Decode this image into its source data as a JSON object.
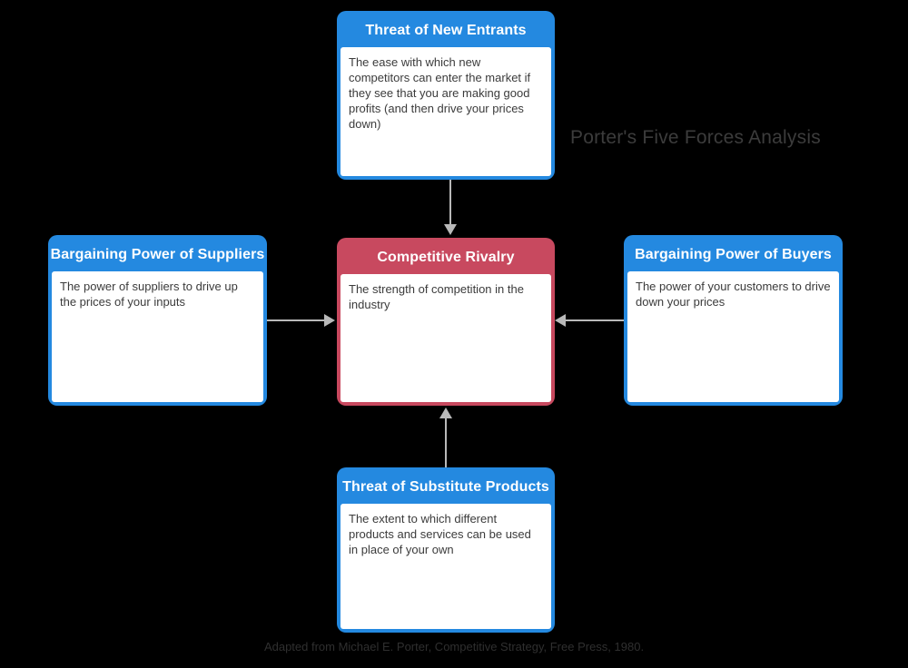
{
  "diagram": {
    "title": "Porter's Five Forces Analysis",
    "footnote": "Adapted from Michael E. Porter, Competitive Strategy, Free Press, 1980.",
    "colors": {
      "background": "#000000",
      "force_blue": "#2489e0",
      "force_crimson": "#c8495f",
      "arrow": "#b9b9b9",
      "body_text": "#3b3b3b",
      "header_text": "#ffffff",
      "title_text": "#3c3c3c"
    },
    "forces": {
      "new_entrants": {
        "title": "Threat of New Entrants",
        "description": "The ease with which new competitors can enter the market if they see that you are making good profits (and then drive your prices down)"
      },
      "suppliers": {
        "title": "Bargaining Power of Suppliers",
        "description": "The power of suppliers to drive up the prices of your inputs"
      },
      "rivalry": {
        "title": "Competitive Rivalry",
        "description": "The strength of competition in the industry"
      },
      "buyers": {
        "title": "Bargaining Power of Buyers",
        "description": "The power of your customers to drive down your prices"
      },
      "substitutes": {
        "title": "Threat of Substitute Products",
        "description": "The extent to which different products and services can be used in place of your own"
      }
    },
    "connectors": [
      {
        "name": "new-entrants-to-rivalry",
        "from": "new_entrants",
        "to": "rivalry",
        "direction": "down"
      },
      {
        "name": "suppliers-to-rivalry",
        "from": "suppliers",
        "to": "rivalry",
        "direction": "right"
      },
      {
        "name": "buyers-to-rivalry",
        "from": "buyers",
        "to": "rivalry",
        "direction": "left"
      },
      {
        "name": "substitutes-to-rivalry",
        "from": "substitutes",
        "to": "rivalry",
        "direction": "up"
      }
    ]
  }
}
